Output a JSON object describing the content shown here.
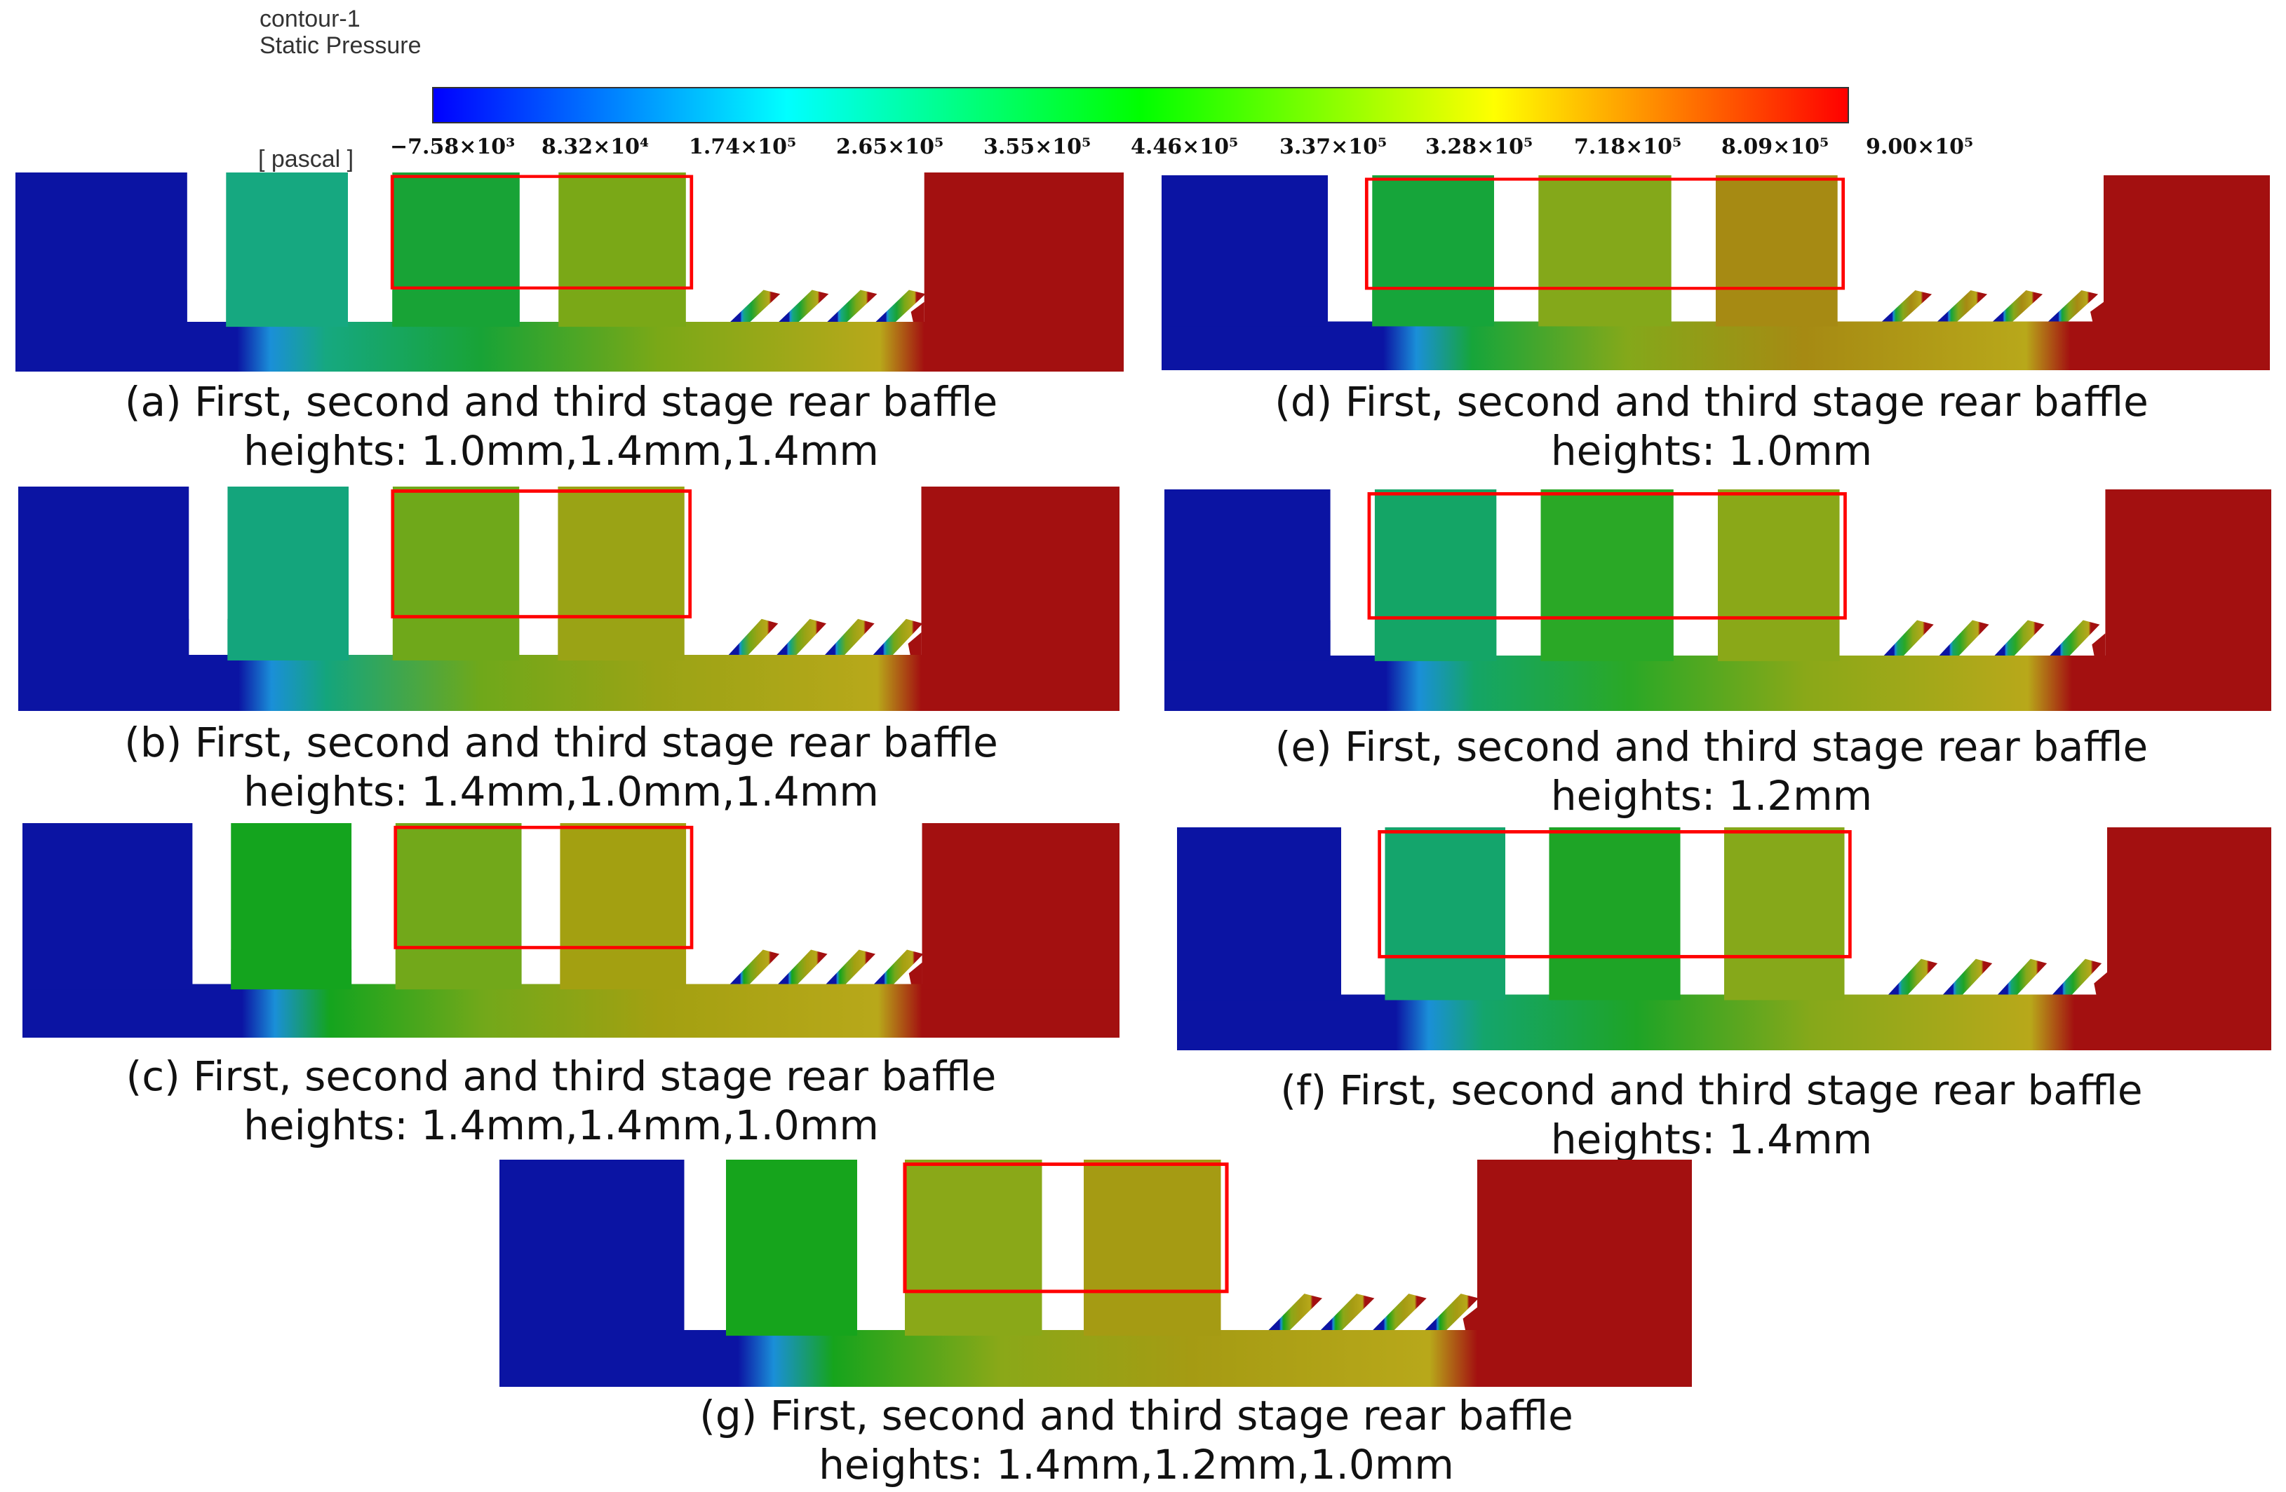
{
  "legend": {
    "title": "contour-1",
    "subtitle": "Static Pressure",
    "unit": "[ pascal ]",
    "ticks": [
      "−7.58×10³",
      "8.32×10⁴",
      "1.74×10⁵",
      "2.65×10⁵",
      "3.55×10⁵",
      "4.46×10⁵",
      "3.37×10⁵",
      "3.28×10⁵",
      "7.18×10⁵",
      "8.09×10⁵",
      "9.00×10⁵"
    ],
    "gradient": [
      "#0000ff",
      "#0080ff",
      "#00ffff",
      "#00ff80",
      "#00ff00",
      "#80ff00",
      "#ffff00",
      "#ff8000",
      "#ff0000"
    ]
  },
  "highlight_color": "#ff0000",
  "panels": [
    {
      "id": "a",
      "caption_line1": "(a) First, second and third stage rear baffle",
      "caption_line2": "heights: 1.0mm,1.4mm,1.4mm",
      "colors": {
        "inlet": "#0b14a3",
        "ch1": "#16a880",
        "ch2": "#18a336",
        "ch3": "#7aa817",
        "ch4": null,
        "outlet": "#a31010"
      },
      "third_chamber": false
    },
    {
      "id": "b",
      "caption_line1": "(b) First, second and third stage rear baffle",
      "caption_line2": "heights: 1.4mm,1.0mm,1.4mm",
      "colors": {
        "inlet": "#0b14a3",
        "ch1": "#14a57c",
        "ch2": "#6fa81a",
        "ch3": "#9aa315",
        "ch4": null,
        "outlet": "#a31010"
      },
      "third_chamber": false
    },
    {
      "id": "c",
      "caption_line1": "(c) First, second and third stage rear baffle",
      "caption_line2": "heights: 1.4mm,1.4mm,1.0mm",
      "colors": {
        "inlet": "#0b14a3",
        "ch1": "#14a41e",
        "ch2": "#72a81a",
        "ch3": "#a3a011",
        "ch4": null,
        "outlet": "#a31010"
      },
      "third_chamber": false
    },
    {
      "id": "d",
      "caption_line1": "(d) First, second and third stage rear baffle",
      "caption_line2": "heights: 1.0mm",
      "colors": {
        "inlet": "#0b14a3",
        "ch1": "#16a53a",
        "ch2": "#84a81a",
        "ch3": "#a68a13",
        "ch4": null,
        "outlet": "#a31010"
      },
      "third_chamber": true
    },
    {
      "id": "e",
      "caption_line1": "(e) First, second and third stage rear baffle",
      "caption_line2": "heights: 1.2mm",
      "colors": {
        "inlet": "#0b14a3",
        "ch1": "#14a566",
        "ch2": "#2aa826",
        "ch3": "#8aa818",
        "ch4": null,
        "outlet": "#a31010"
      },
      "third_chamber": true
    },
    {
      "id": "f",
      "caption_line1": "(f) First, second and third stage rear baffle",
      "caption_line2": "heights: 1.4mm",
      "colors": {
        "inlet": "#0b14a3",
        "ch1": "#14a56c",
        "ch2": "#1ea426",
        "ch3": "#86a81a",
        "ch4": null,
        "outlet": "#a31010"
      },
      "third_chamber": true
    },
    {
      "id": "g",
      "caption_line1": "(g) First, second and third stage rear baffle",
      "caption_line2": "heights: 1.4mm,1.2mm,1.0mm",
      "colors": {
        "inlet": "#0b14a3",
        "ch1": "#16a41c",
        "ch2": "#8aa818",
        "ch3": "#a59b13",
        "ch4": null,
        "outlet": "#a31010"
      },
      "third_chamber": false
    }
  ]
}
